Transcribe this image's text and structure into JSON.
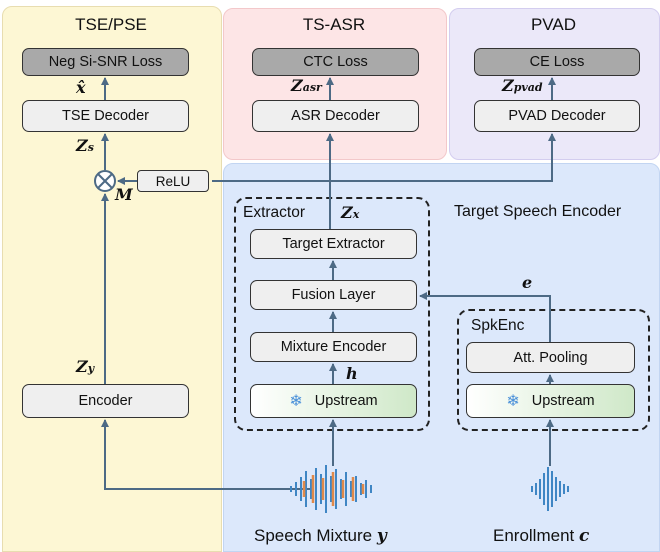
{
  "panels": {
    "tse": {
      "title": "TSE/PSE"
    },
    "asr": {
      "title": "TS-ASR"
    },
    "pvad": {
      "title": "PVAD"
    },
    "encoder": {
      "title": "Target Speech Encoder"
    }
  },
  "boxes": {
    "neg_si_snr_loss": "Neg Si-SNR Loss",
    "tse_decoder": "TSE Decoder",
    "relu": "ReLU",
    "encoder": "Encoder",
    "ctc_loss": "CTC Loss",
    "asr_decoder": "ASR Decoder",
    "ce_loss": "CE Loss",
    "pvad_decoder": "PVAD Decoder",
    "extractor_title": "Extractor",
    "target_extractor": "Target Extractor",
    "fusion_layer": "Fusion Layer",
    "mixture_encoder": "Mixture Encoder",
    "upstream_left": "Upstream",
    "spkenc_title": "SpkEnc",
    "att_pooling": "Att. Pooling",
    "upstream_right": "Upstream"
  },
  "symbols": {
    "x_hat": "x̂",
    "z_s_main": "Z",
    "z_s_sub": "s",
    "m": "M",
    "z_y_main": "Z",
    "z_y_sub": "y",
    "z_asr_main": "Z",
    "z_asr_sub": "asr",
    "z_pvad_main": "Z",
    "z_pvad_sub": "pvad",
    "z_x_main": "Z",
    "z_x_sub": "x",
    "e": "e",
    "h": "h",
    "y": "y",
    "c": "c"
  },
  "inputs": {
    "speech_mixture": "Speech Mixture",
    "enrollment": "Enrollment"
  },
  "colors": {
    "tse_panel": "#fdf7d4",
    "asr_panel": "#fde5e6",
    "pvad_panel": "#ebe8f9",
    "encoder_panel": "#dce8fb",
    "arrow": "#4d6a85",
    "waveform_blue": "#3f86c4",
    "waveform_orange": "#e08a4a"
  }
}
